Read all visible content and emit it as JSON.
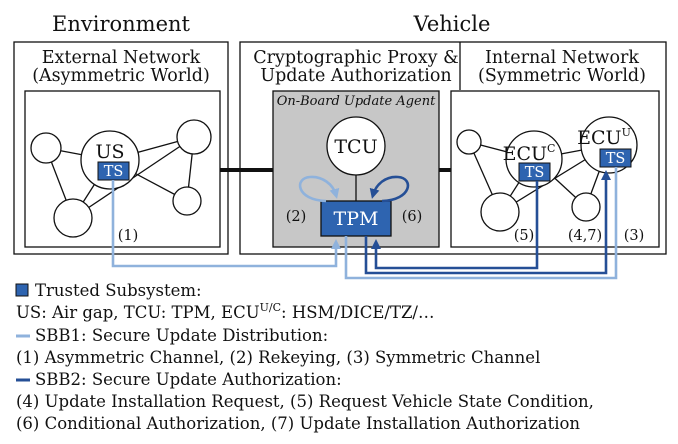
{
  "headers": {
    "environment": "Environment",
    "vehicle": "Vehicle"
  },
  "panels": {
    "external": {
      "title_line1": "External Network",
      "title_line2": "(Asymmetric World)"
    },
    "proxy": {
      "title_line1": "Cryptographic Proxy &",
      "title_line2": "Update Authorization",
      "agent_label": "On-Board Update Agent"
    },
    "internal": {
      "title_line1": "Internal Network",
      "title_line2": "(Symmetric World)"
    }
  },
  "nodes": {
    "us": "US",
    "ts": "TS",
    "tcu": "TCU",
    "tpm": "TPM",
    "ecu_c": {
      "base": "ECU",
      "sup": "C"
    },
    "ecu_u": {
      "base": "ECU",
      "sup": "U"
    }
  },
  "flow_labels": {
    "l1": "(1)",
    "l2": "(2)",
    "l6": "(6)",
    "l5": "(5)",
    "l47": "(4,7)",
    "l3": "(3)"
  },
  "legend": {
    "ts_title": "Trusted Subsystem:",
    "ts_desc_pre": "US: Air gap, TCU: TPM, ECU",
    "ts_desc_sup": "U/C",
    "ts_desc_post": ": HSM/DICE/TZ/…",
    "sbb1_title": "SBB1: Secure Update Distribution:",
    "sbb1_desc": "(1) Asymmetric Channel, (2) Rekeying, (3) Symmetric Channel",
    "sbb2_title": "SBB2: Secure Update Authorization:",
    "sbb2_desc1": "(4) Update Installation Request, (5) Request Vehicle State Condition,",
    "sbb2_desc2": "(6) Conditional Authorization, (7) Update Installation Authorization"
  },
  "colors": {
    "ts_blue": "#2e64b0",
    "sbb1": "#8fb2dc",
    "sbb2": "#254f96",
    "agent_bg": "#c7c7c7"
  }
}
